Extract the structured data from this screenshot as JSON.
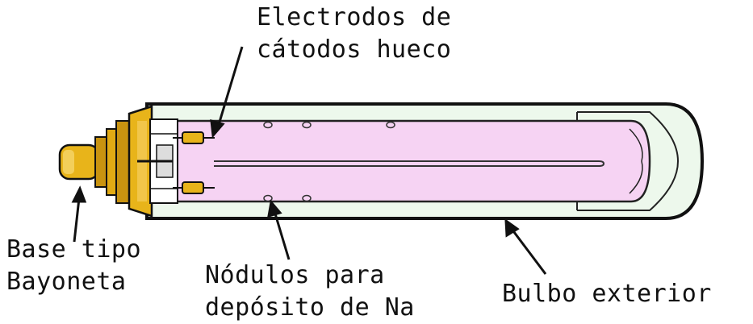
{
  "labels": {
    "electrodes": [
      "Electrodos de",
      "cátodos hueco"
    ],
    "base": [
      "Base tipo",
      "Bayoneta"
    ],
    "nodules": [
      "Nódulos para",
      "depósito de Na"
    ],
    "bulb": "Bulbo exterior"
  },
  "colors": {
    "outer_bulb_fill": "#edf8ec",
    "inner_tube_fill": "#f6d3f3",
    "base_gold": "#e8b41a",
    "base_gold_dark": "#a77c07",
    "outline": "#111111"
  }
}
